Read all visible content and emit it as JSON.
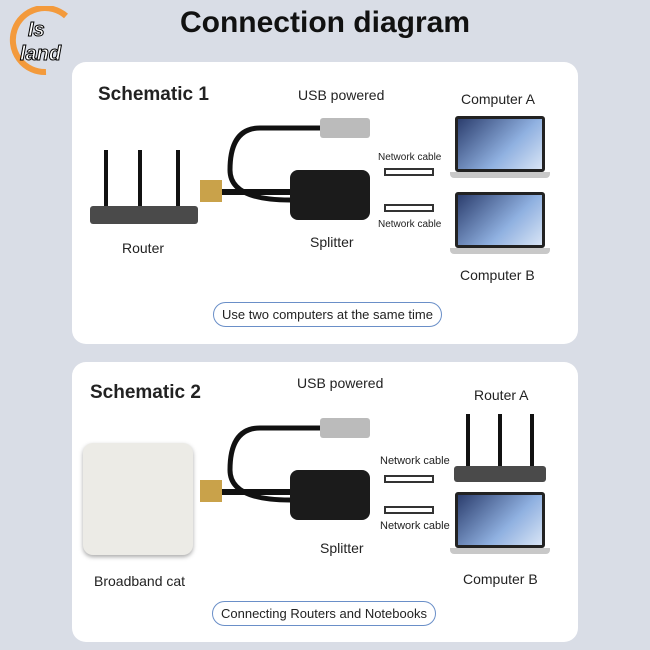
{
  "logo": {
    "text": "Is land"
  },
  "title": "Connection diagram",
  "schematic1": {
    "title": "Schematic 1",
    "usb": "USB powered",
    "computer_a": "Computer A",
    "computer_b": "Computer B",
    "cable1": "Network cable",
    "cable2": "Network cable",
    "router": "Router",
    "splitter": "Splitter",
    "caption": "Use two computers at the same time"
  },
  "schematic2": {
    "title": "Schematic 2",
    "usb": "USB powered",
    "router_a": "Router A",
    "cable1": "Network cable",
    "cable2": "Network cable",
    "splitter": "Splitter",
    "broadband": "Broadband cat",
    "computer_b": "Computer B",
    "caption": "Connecting Routers and Notebooks"
  }
}
